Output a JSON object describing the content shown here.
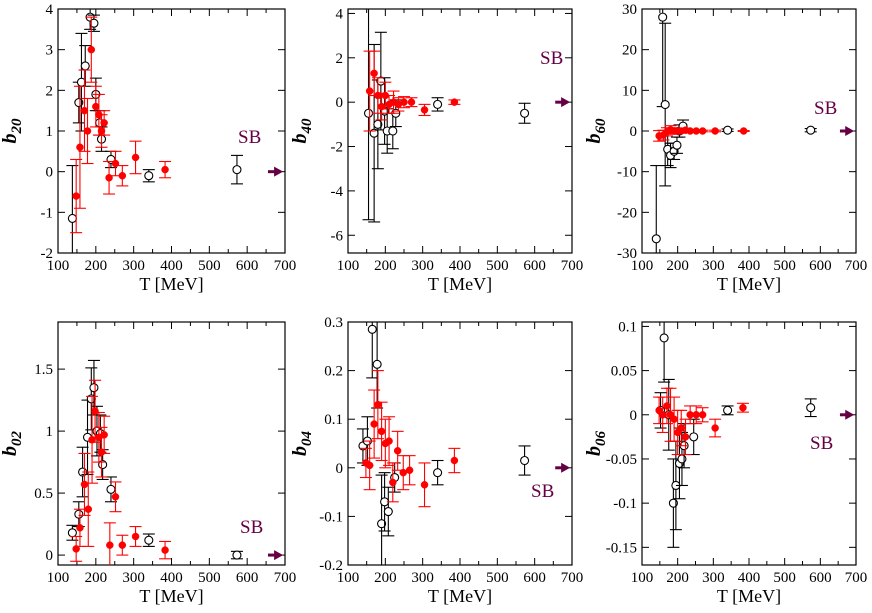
{
  "colors": {
    "series_a": "#000000",
    "series_b": "#ff0000",
    "sb": "#660044",
    "frame": "#000000"
  },
  "sb_label": "SB",
  "chart_data": [
    {
      "type": "scatter",
      "ylabel_main": "b",
      "ylabel_sub": "20",
      "xlabel": "T [MeV]",
      "xlim": [
        100,
        700
      ],
      "ylim": [
        -2,
        4
      ],
      "xticks": [
        100,
        200,
        300,
        400,
        500,
        600,
        700
      ],
      "yticks": [
        -2,
        -1,
        0,
        1,
        2,
        3,
        4
      ],
      "sb_value": 0,
      "series": [
        {
          "marker": "open-circle",
          "points": [
            {
              "x": 138,
              "y": -1.15,
              "err": 1.3
            },
            {
              "x": 155,
              "y": 1.7,
              "err": 0.5
            },
            {
              "x": 162,
              "y": 2.2,
              "err": 1.2
            },
            {
              "x": 172,
              "y": 2.6,
              "err": 0.5
            },
            {
              "x": 185,
              "y": 3.8,
              "err": 0.3
            },
            {
              "x": 195,
              "y": 3.65,
              "err": 0.2
            },
            {
              "x": 200,
              "y": 1.9,
              "err": 0.4
            },
            {
              "x": 210,
              "y": 1.2,
              "err": 0.3
            },
            {
              "x": 215,
              "y": 0.8,
              "err": 0.3
            },
            {
              "x": 240,
              "y": 0.3,
              "err": 0.2
            },
            {
              "x": 340,
              "y": -0.1,
              "err": 0.15
            },
            {
              "x": 573,
              "y": 0.05,
              "err": 0.35
            }
          ]
        },
        {
          "marker": "filled-circle",
          "points": [
            {
              "x": 148,
              "y": -0.6,
              "err": 0.9
            },
            {
              "x": 158,
              "y": 0.6,
              "err": 1.5
            },
            {
              "x": 170,
              "y": 1.5,
              "err": 1.0
            },
            {
              "x": 178,
              "y": 1.0,
              "err": 0.8
            },
            {
              "x": 188,
              "y": 3.0,
              "err": 0.8
            },
            {
              "x": 200,
              "y": 1.6,
              "err": 0.5
            },
            {
              "x": 208,
              "y": 1.4,
              "err": 0.5
            },
            {
              "x": 215,
              "y": 1.0,
              "err": 0.4
            },
            {
              "x": 222,
              "y": 1.2,
              "err": 0.3
            },
            {
              "x": 235,
              "y": -0.15,
              "err": 0.4
            },
            {
              "x": 252,
              "y": 0.2,
              "err": 0.3
            },
            {
              "x": 270,
              "y": -0.1,
              "err": 0.25
            },
            {
              "x": 305,
              "y": 0.35,
              "err": 0.4
            },
            {
              "x": 383,
              "y": 0.05,
              "err": 0.2
            }
          ]
        }
      ]
    },
    {
      "type": "scatter",
      "ylabel_main": "b",
      "ylabel_sub": "40",
      "xlabel": "T [MeV]",
      "xlim": [
        100,
        700
      ],
      "ylim": [
        -6.8,
        4.2
      ],
      "xticks": [
        100,
        200,
        300,
        400,
        500,
        600,
        700
      ],
      "yticks": [
        -6,
        -4,
        -2,
        0,
        2,
        4
      ],
      "sb_value": 0,
      "series": [
        {
          "marker": "open-circle",
          "points": [
            {
              "x": 155,
              "y": -0.5,
              "err": 4.8
            },
            {
              "x": 170,
              "y": -1.4,
              "err": 4.0
            },
            {
              "x": 180,
              "y": -1.0,
              "err": 2.0
            },
            {
              "x": 188,
              "y": 0.95,
              "err": 2.2
            },
            {
              "x": 198,
              "y": -0.4,
              "err": 1.5
            },
            {
              "x": 205,
              "y": -1.3,
              "err": 1.0
            },
            {
              "x": 220,
              "y": -1.3,
              "err": 0.8
            },
            {
              "x": 228,
              "y": -0.5,
              "err": 0.6
            },
            {
              "x": 340,
              "y": -0.1,
              "err": 0.3
            },
            {
              "x": 573,
              "y": -0.5,
              "err": 0.45
            }
          ]
        },
        {
          "marker": "filled-circle",
          "points": [
            {
              "x": 158,
              "y": 0.5,
              "err": 1.8
            },
            {
              "x": 170,
              "y": 1.3,
              "err": 1.0
            },
            {
              "x": 180,
              "y": 0.3,
              "err": 0.8
            },
            {
              "x": 190,
              "y": -0.2,
              "err": 0.6
            },
            {
              "x": 200,
              "y": 0.3,
              "err": 0.6
            },
            {
              "x": 210,
              "y": -0.1,
              "err": 0.4
            },
            {
              "x": 222,
              "y": 0.0,
              "err": 0.5
            },
            {
              "x": 235,
              "y": -0.1,
              "err": 0.3
            },
            {
              "x": 250,
              "y": 0.0,
              "err": 0.25
            },
            {
              "x": 270,
              "y": 0.0,
              "err": 0.2
            },
            {
              "x": 305,
              "y": -0.35,
              "err": 0.25
            },
            {
              "x": 385,
              "y": 0.0,
              "err": 0.1
            }
          ]
        }
      ]
    },
    {
      "type": "scatter",
      "ylabel_main": "b",
      "ylabel_sub": "60",
      "xlabel": "T [MeV]",
      "xlim": [
        100,
        700
      ],
      "ylim": [
        -30,
        30
      ],
      "xticks": [
        100,
        200,
        300,
        400,
        500,
        600,
        700
      ],
      "yticks": [
        -30,
        -20,
        -10,
        0,
        10,
        20,
        30
      ],
      "sb_value": 0,
      "series": [
        {
          "marker": "open-circle",
          "points": [
            {
              "x": 140,
              "y": -26.5,
              "err": 18
            },
            {
              "x": 158,
              "y": 28,
              "err": 22
            },
            {
              "x": 165,
              "y": 6.5,
              "err": 20
            },
            {
              "x": 172,
              "y": -4.5,
              "err": 4
            },
            {
              "x": 180,
              "y": -6,
              "err": 3
            },
            {
              "x": 190,
              "y": -5,
              "err": 2
            },
            {
              "x": 198,
              "y": -3.5,
              "err": 2
            },
            {
              "x": 205,
              "y": 0,
              "err": 1.5
            },
            {
              "x": 215,
              "y": 1.2,
              "err": 1.5
            },
            {
              "x": 340,
              "y": 0.2,
              "err": 0.3
            },
            {
              "x": 573,
              "y": 0.2,
              "err": 0.4
            }
          ]
        },
        {
          "marker": "filled-circle",
          "points": [
            {
              "x": 148,
              "y": -1.2,
              "err": 1.3
            },
            {
              "x": 160,
              "y": -1.0,
              "err": 1.2
            },
            {
              "x": 170,
              "y": -0.2,
              "err": 1.0
            },
            {
              "x": 180,
              "y": 0.3,
              "err": 1.0
            },
            {
              "x": 190,
              "y": 0.0,
              "err": 0.8
            },
            {
              "x": 200,
              "y": 0.0,
              "err": 0.6
            },
            {
              "x": 210,
              "y": 0.0,
              "err": 0.5
            },
            {
              "x": 222,
              "y": 0.2,
              "err": 0.5
            },
            {
              "x": 235,
              "y": 0.0,
              "err": 0.3
            },
            {
              "x": 252,
              "y": 0.0,
              "err": 0.2
            },
            {
              "x": 270,
              "y": 0.0,
              "err": 0.2
            },
            {
              "x": 305,
              "y": 0.0,
              "err": 0.2
            },
            {
              "x": 385,
              "y": 0.0,
              "err": 0.1
            }
          ]
        }
      ]
    },
    {
      "type": "scatter",
      "ylabel_main": "b",
      "ylabel_sub": "02",
      "xlabel": "T [MeV]",
      "xlim": [
        100,
        700
      ],
      "ylim": [
        -0.08,
        1.88
      ],
      "xticks": [
        100,
        200,
        300,
        400,
        500,
        600,
        700
      ],
      "yticks": [
        0,
        0.5,
        1,
        1.5
      ],
      "sb_value": 0,
      "series": [
        {
          "marker": "open-circle",
          "points": [
            {
              "x": 138,
              "y": 0.18,
              "err": 0.06
            },
            {
              "x": 155,
              "y": 0.33,
              "err": 0.1
            },
            {
              "x": 165,
              "y": 0.67,
              "err": 0.2
            },
            {
              "x": 178,
              "y": 0.95,
              "err": 0.3
            },
            {
              "x": 188,
              "y": 1.26,
              "err": 0.25
            },
            {
              "x": 195,
              "y": 1.35,
              "err": 0.22
            },
            {
              "x": 203,
              "y": 1.0,
              "err": 0.2
            },
            {
              "x": 212,
              "y": 0.98,
              "err": 0.15
            },
            {
              "x": 218,
              "y": 0.73,
              "err": 0.12
            },
            {
              "x": 240,
              "y": 0.53,
              "err": 0.1
            },
            {
              "x": 340,
              "y": 0.12,
              "err": 0.05
            },
            {
              "x": 573,
              "y": 0.0,
              "err": 0.03
            }
          ]
        },
        {
          "marker": "filled-circle",
          "points": [
            {
              "x": 148,
              "y": 0.05,
              "err": 0.1
            },
            {
              "x": 158,
              "y": 0.22,
              "err": 0.15
            },
            {
              "x": 170,
              "y": 0.57,
              "err": 0.25
            },
            {
              "x": 180,
              "y": 0.37,
              "err": 0.3
            },
            {
              "x": 190,
              "y": 0.93,
              "err": 0.35
            },
            {
              "x": 198,
              "y": 1.16,
              "err": 0.25
            },
            {
              "x": 208,
              "y": 0.95,
              "err": 0.2
            },
            {
              "x": 215,
              "y": 0.83,
              "err": 0.2
            },
            {
              "x": 222,
              "y": 0.97,
              "err": 0.15
            },
            {
              "x": 237,
              "y": 0.08,
              "err": 0.18
            },
            {
              "x": 252,
              "y": 0.47,
              "err": 0.12
            },
            {
              "x": 270,
              "y": 0.08,
              "err": 0.08
            },
            {
              "x": 305,
              "y": 0.15,
              "err": 0.08
            },
            {
              "x": 383,
              "y": 0.04,
              "err": 0.07
            }
          ]
        }
      ]
    },
    {
      "type": "scatter",
      "ylabel_main": "b",
      "ylabel_sub": "04",
      "xlabel": "T [MeV]",
      "xlim": [
        100,
        700
      ],
      "ylim": [
        -0.2,
        0.3
      ],
      "xticks": [
        100,
        200,
        300,
        400,
        500,
        600,
        700
      ],
      "yticks": [
        -0.2,
        -0.1,
        0,
        0.1,
        0.2,
        0.3
      ],
      "sb_value": 0,
      "series": [
        {
          "marker": "open-circle",
          "points": [
            {
              "x": 140,
              "y": 0.045,
              "err": 0.035
            },
            {
              "x": 152,
              "y": 0.055,
              "err": 0.05
            },
            {
              "x": 165,
              "y": 0.285,
              "err": 0.1
            },
            {
              "x": 178,
              "y": 0.213,
              "err": 0.09
            },
            {
              "x": 190,
              "y": -0.115,
              "err": 0.1
            },
            {
              "x": 198,
              "y": -0.07,
              "err": 0.06
            },
            {
              "x": 208,
              "y": -0.09,
              "err": 0.05
            },
            {
              "x": 225,
              "y": -0.02,
              "err": 0.03
            },
            {
              "x": 340,
              "y": -0.01,
              "err": 0.025
            },
            {
              "x": 573,
              "y": 0.015,
              "err": 0.03
            }
          ]
        },
        {
          "marker": "filled-circle",
          "points": [
            {
              "x": 148,
              "y": 0.01,
              "err": 0.03
            },
            {
              "x": 158,
              "y": 0.005,
              "err": 0.05
            },
            {
              "x": 170,
              "y": 0.09,
              "err": 0.07
            },
            {
              "x": 180,
              "y": 0.13,
              "err": 0.07
            },
            {
              "x": 190,
              "y": 0.075,
              "err": 0.06
            },
            {
              "x": 200,
              "y": 0.05,
              "err": 0.05
            },
            {
              "x": 210,
              "y": 0.055,
              "err": 0.05
            },
            {
              "x": 220,
              "y": -0.03,
              "err": 0.04
            },
            {
              "x": 233,
              "y": 0.035,
              "err": 0.04
            },
            {
              "x": 248,
              "y": -0.01,
              "err": 0.035
            },
            {
              "x": 265,
              "y": -0.005,
              "err": 0.03
            },
            {
              "x": 305,
              "y": -0.035,
              "err": 0.045
            },
            {
              "x": 385,
              "y": 0.015,
              "err": 0.025
            }
          ]
        }
      ]
    },
    {
      "type": "scatter",
      "ylabel_main": "b",
      "ylabel_sub": "06",
      "xlabel": "T [MeV]",
      "xlim": [
        100,
        700
      ],
      "ylim": [
        -0.17,
        0.105
      ],
      "xticks": [
        100,
        200,
        300,
        400,
        500,
        600,
        700
      ],
      "yticks": [
        -0.15,
        -0.1,
        -0.05,
        0,
        0.05,
        0.1
      ],
      "sb_value": 0,
      "series": [
        {
          "marker": "open-circle",
          "points": [
            {
              "x": 152,
              "y": 0.005,
              "err": 0.02
            },
            {
              "x": 162,
              "y": 0.087,
              "err": 0.05
            },
            {
              "x": 175,
              "y": 0.0,
              "err": 0.04
            },
            {
              "x": 188,
              "y": -0.1,
              "err": 0.05
            },
            {
              "x": 195,
              "y": -0.08,
              "err": 0.05
            },
            {
              "x": 205,
              "y": -0.055,
              "err": 0.04
            },
            {
              "x": 212,
              "y": -0.05,
              "err": 0.03
            },
            {
              "x": 218,
              "y": -0.035,
              "err": 0.025
            },
            {
              "x": 245,
              "y": -0.025,
              "err": 0.02
            },
            {
              "x": 340,
              "y": 0.005,
              "err": 0.005
            },
            {
              "x": 573,
              "y": 0.008,
              "err": 0.01
            }
          ]
        },
        {
          "marker": "filled-circle",
          "points": [
            {
              "x": 148,
              "y": 0.005,
              "err": 0.015
            },
            {
              "x": 158,
              "y": 0.0,
              "err": 0.02
            },
            {
              "x": 170,
              "y": 0.01,
              "err": 0.02
            },
            {
              "x": 180,
              "y": 0.0,
              "err": 0.03
            },
            {
              "x": 190,
              "y": -0.005,
              "err": 0.025
            },
            {
              "x": 200,
              "y": -0.02,
              "err": 0.025
            },
            {
              "x": 210,
              "y": -0.015,
              "err": 0.02
            },
            {
              "x": 222,
              "y": -0.025,
              "err": 0.02
            },
            {
              "x": 235,
              "y": 0.0,
              "err": 0.01
            },
            {
              "x": 252,
              "y": 0.0,
              "err": 0.01
            },
            {
              "x": 270,
              "y": 0.0,
              "err": 0.008
            },
            {
              "x": 305,
              "y": -0.015,
              "err": 0.01
            },
            {
              "x": 383,
              "y": 0.008,
              "err": 0.005
            }
          ]
        }
      ]
    }
  ]
}
